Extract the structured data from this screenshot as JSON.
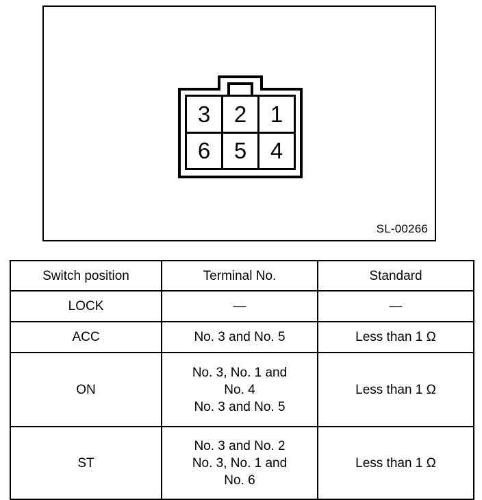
{
  "figure": {
    "label": "SL-00266",
    "connector": {
      "name": "ignition-switch-connector",
      "rows": [
        [
          "3",
          "2",
          "1"
        ],
        [
          "6",
          "5",
          "4"
        ]
      ]
    }
  },
  "table": {
    "headers": [
      "Switch position",
      "Terminal No.",
      "Standard"
    ],
    "rows": [
      {
        "position": "LOCK",
        "terminal": "—",
        "standard": "—"
      },
      {
        "position": "ACC",
        "terminal": "No. 3 and No. 5",
        "standard": "Less than 1 Ω"
      },
      {
        "position": "ON",
        "terminal": "No. 3, No. 1 and\nNo. 4\nNo. 3 and No. 5",
        "standard": "Less than 1 Ω"
      },
      {
        "position": "ST",
        "terminal": "No. 3 and No. 2\nNo. 3, No. 1 and\nNo. 6",
        "standard": "Less than 1 Ω"
      }
    ]
  }
}
